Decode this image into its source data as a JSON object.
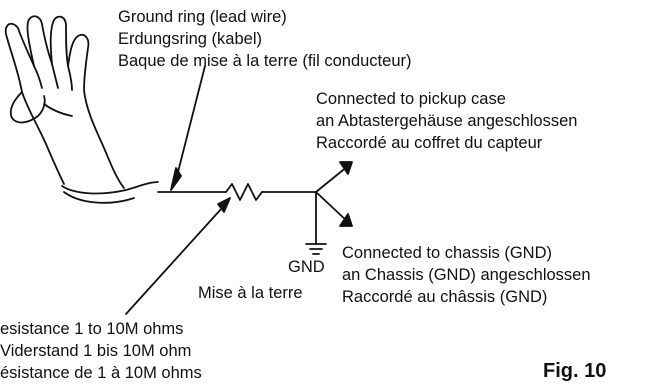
{
  "colors": {
    "ink": "#111111",
    "background": "#ffffff"
  },
  "ground_ring": {
    "line1": "Ground ring (lead wire)",
    "line2": "Erdungsring (kabel)",
    "line3": "Baque de mise à la terre (fil conducteur)"
  },
  "pickup_case": {
    "line1": "Connected to pickup case",
    "line2": "an Abtastergehäuse angeschlossen",
    "line3": "Raccordé au coffret du capteur"
  },
  "chassis": {
    "line1": "Connected to chassis (GND)",
    "line2": "an Chassis (GND) angeschlossen",
    "line3": "Raccordé au châssis (GND)"
  },
  "gnd": {
    "label": "GND",
    "french": "Mise à la terre"
  },
  "resistance": {
    "line1": "esistance 1 to 10M ohms",
    "line2": "Viderstand 1 bis 10M ohm",
    "line3": "ésistance de 1 à 10M ohms"
  },
  "figure_label": "Fig. 10",
  "icons": {
    "hand": "hand-icon",
    "resistor": "resistor-symbol-icon",
    "ground": "ground-symbol-icon",
    "arrow": "arrow-icon"
  }
}
